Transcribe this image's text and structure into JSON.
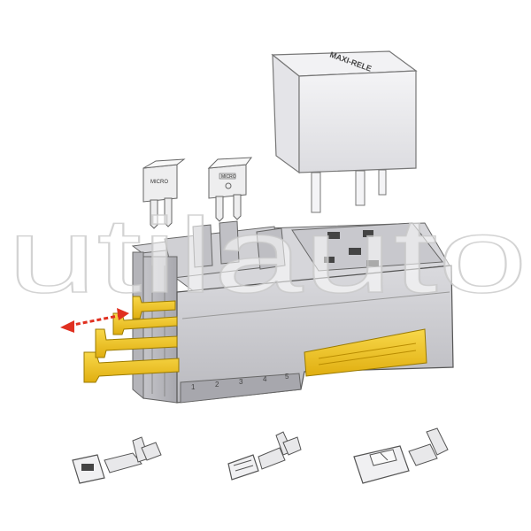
{
  "watermark": {
    "text": "utilauto"
  },
  "relay": {
    "brand_text": "MAXI-RELE"
  },
  "fuse_small": {
    "label": "MICRO"
  },
  "fuse_large": {
    "label": "MICRO"
  },
  "fusebox": {
    "slot_numbers": [
      "1",
      "2",
      "3",
      "4",
      "5"
    ]
  },
  "colors": {
    "clip_yellow": "#f2c418",
    "arrow_red": "#e03020",
    "housing": "#cfcfd3",
    "outline": "#555555"
  }
}
